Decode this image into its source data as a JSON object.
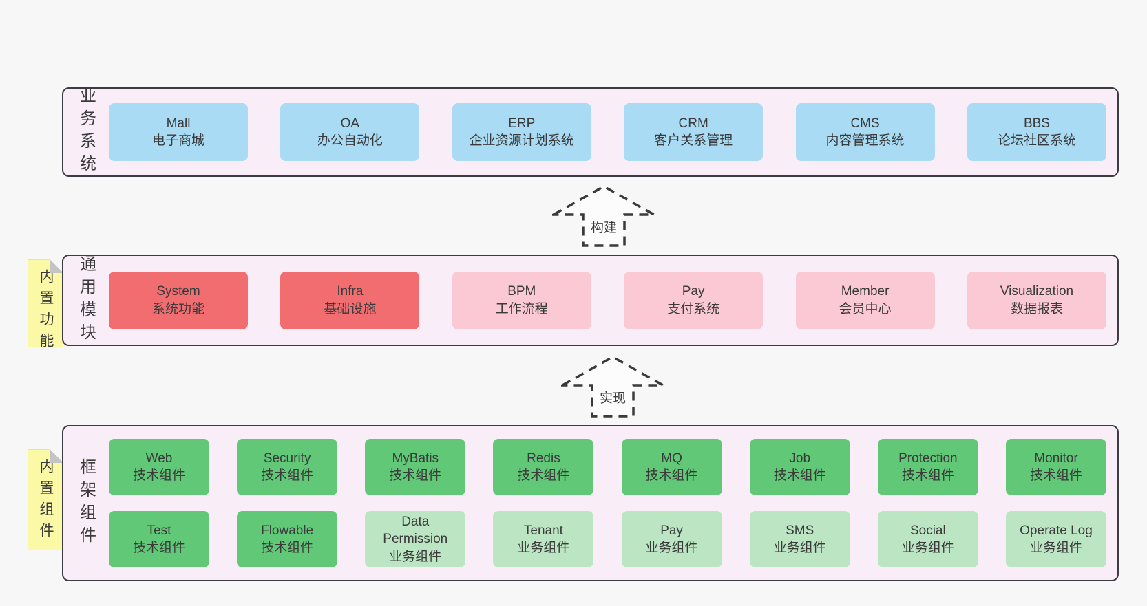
{
  "colors": {
    "page_bg": "#f7f7f7",
    "layer_bg": "#f9edf7",
    "layer_border": "#3f3b42",
    "blue_box": "#a9dcf4",
    "red_box": "#f16d70",
    "pink_box": "#fac9d3",
    "green_dark_box": "#61c877",
    "green_light_box": "#bbe5c3",
    "sticky_yellow": "#fbf9a6",
    "sticky_fold_gray": "#c4c4c4",
    "text": "#3a3a3a"
  },
  "arrows": [
    {
      "label": "构建"
    },
    {
      "label": "实现"
    }
  ],
  "layers": [
    {
      "label": "业务系统",
      "sticky": null,
      "rows": [
        [
          {
            "title": "Mall",
            "subtitle": "电子商城",
            "variant": "v-blue"
          },
          {
            "title": "OA",
            "subtitle": "办公自动化",
            "variant": "v-blue"
          },
          {
            "title": "ERP",
            "subtitle": "企业资源计划系统",
            "variant": "v-blue"
          },
          {
            "title": "CRM",
            "subtitle": "客户关系管理",
            "variant": "v-blue"
          },
          {
            "title": "CMS",
            "subtitle": "内容管理系统",
            "variant": "v-blue"
          },
          {
            "title": "BBS",
            "subtitle": "论坛社区系统",
            "variant": "v-blue"
          }
        ]
      ]
    },
    {
      "label": "通用模块",
      "sticky": "内置功能",
      "rows": [
        [
          {
            "title": "System",
            "subtitle": "系统功能",
            "variant": "v-red"
          },
          {
            "title": "Infra",
            "subtitle": "基础设施",
            "variant": "v-red"
          },
          {
            "title": "BPM",
            "subtitle": "工作流程",
            "variant": "v-pink"
          },
          {
            "title": "Pay",
            "subtitle": "支付系统",
            "variant": "v-pink"
          },
          {
            "title": "Member",
            "subtitle": "会员中心",
            "variant": "v-pink"
          },
          {
            "title": "Visualization",
            "subtitle": "数据报表",
            "variant": "v-pink"
          }
        ]
      ]
    },
    {
      "label": "框架组件",
      "sticky": "内置组件",
      "rows": [
        [
          {
            "title": "Web",
            "subtitle": "技术组件",
            "variant": "v-gdark"
          },
          {
            "title": "Security",
            "subtitle": "技术组件",
            "variant": "v-gdark"
          },
          {
            "title": "MyBatis",
            "subtitle": "技术组件",
            "variant": "v-gdark"
          },
          {
            "title": "Redis",
            "subtitle": "技术组件",
            "variant": "v-gdark"
          },
          {
            "title": "MQ",
            "subtitle": "技术组件",
            "variant": "v-gdark"
          },
          {
            "title": "Job",
            "subtitle": "技术组件",
            "variant": "v-gdark"
          },
          {
            "title": "Protection",
            "subtitle": "技术组件",
            "variant": "v-gdark"
          },
          {
            "title": "Monitor",
            "subtitle": "技术组件",
            "variant": "v-gdark"
          }
        ],
        [
          {
            "title": "Test",
            "subtitle": "技术组件",
            "variant": "v-gdark"
          },
          {
            "title": "Flowable",
            "subtitle": "技术组件",
            "variant": "v-gdark"
          },
          {
            "title": "Data Permission",
            "subtitle": "业务组件",
            "variant": "v-glight"
          },
          {
            "title": "Tenant",
            "subtitle": "业务组件",
            "variant": "v-glight"
          },
          {
            "title": "Pay",
            "subtitle": "业务组件",
            "variant": "v-glight"
          },
          {
            "title": "SMS",
            "subtitle": "业务组件",
            "variant": "v-glight"
          },
          {
            "title": "Social",
            "subtitle": "业务组件",
            "variant": "v-glight"
          },
          {
            "title": "Operate Log",
            "subtitle": "业务组件",
            "variant": "v-glight"
          }
        ]
      ]
    }
  ]
}
